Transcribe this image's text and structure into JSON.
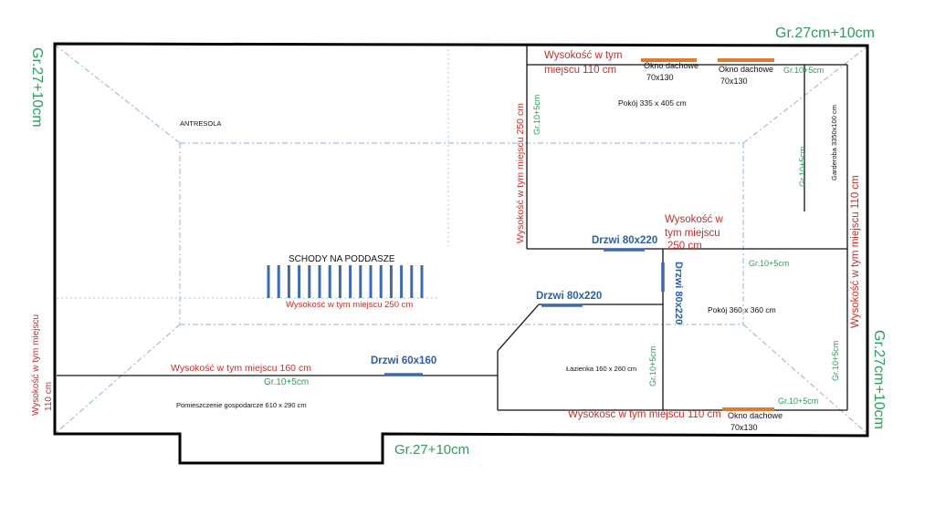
{
  "colors": {
    "green": "#2a9d5c",
    "red": "#c0302a",
    "blue": "#2d5fa0",
    "window": "#e07a2c",
    "door": "#3c6bb0",
    "slope": "#8fb0d0"
  },
  "labels": {
    "top_right_insulation": "Gr.27cm+10cm",
    "left_insulation": "Gr.27+10cm",
    "right_insulation": "Gr.27cm+10cm",
    "bottom_insulation": "Gr.27+10cm",
    "height_110_top_line1": "Wysokość w tym",
    "height_110_top_line2": "miejscu 110 cm",
    "window1_line1": "Okno dachowe",
    "window1_line2": "70x130",
    "window2_line1": "Okno dachowe",
    "window2_line2": "70x130",
    "gr10_top_right": "Gr.10+5cm",
    "room1": "Pokój 335 x 405 cm",
    "gr10_room1_left": "Gr.10+5cm",
    "gr10_wardrobe": "Gr.10+5cm",
    "wardrobe": "Garderoba 3350x100 cm",
    "height_110_right": "Wysokość w tym miejscu 110 cm",
    "antresola": "ANTRESOLA",
    "height_250_vert": "Wysokość w tym miejscu 250 cm",
    "height_250_mid_line1": "Wysokość w",
    "height_250_mid_line2": "tym miejscu",
    "height_250_mid_line3": "250 cm",
    "door_80_top": "Drzwi 80x220",
    "gr10_room2_top": "Gr.10+5cm",
    "stairs": "SCHODY NA PODDASZE",
    "height_250_stairs": "Wysokość w tym miejscu 250 cm",
    "door_80_mid": "Drzwi 80x220",
    "door_80_vert": "Drzwi 80x220",
    "room2": "Pokój 360 x 360 cm",
    "height_110_left_line1": "Wysokość w tym miejscu",
    "height_110_left_line2": "110 cm",
    "height_160": "Wysokość w tym miejscu 160 cm",
    "door_60": "Drzwi 60x160",
    "gr10_utility": "Gr.10+5cm",
    "bathroom": "Łazienka 160 x 260 cm",
    "gr10_bath_vert": "Gr.10+5cm",
    "gr10_room2_vert": "Gr.10+5cm",
    "gr10_bottom_right": "Gr.10+5cm",
    "utility_room": "Pomieszczenie gospodarcze 610 x 290 cm",
    "height_110_bottom": "Wysokość w tym miejscu 110 cm",
    "window3_line1": "Okno dachowe",
    "window3_line2": "70x130"
  }
}
